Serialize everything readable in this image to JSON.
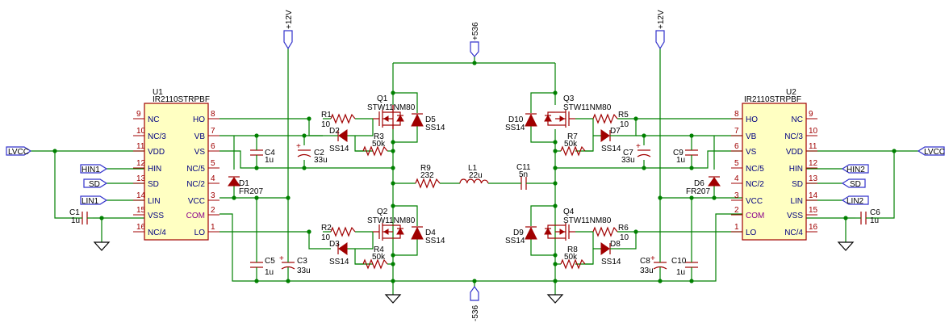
{
  "chips": {
    "u1": {
      "ref": "U1",
      "value": "IR2110STRPBF",
      "left_pins": [
        {
          "num": "9",
          "name": "NC"
        },
        {
          "num": "10",
          "name": "NC/3"
        },
        {
          "num": "11",
          "name": "VDD"
        },
        {
          "num": "12",
          "name": "HIN"
        },
        {
          "num": "13",
          "name": "SD"
        },
        {
          "num": "14",
          "name": "LIN"
        },
        {
          "num": "15",
          "name": "VSS"
        },
        {
          "num": "16",
          "name": "NC/4"
        }
      ],
      "right_pins": [
        {
          "num": "8",
          "name": "HO"
        },
        {
          "num": "7",
          "name": "VB"
        },
        {
          "num": "6",
          "name": "VS"
        },
        {
          "num": "5",
          "name": "NC/5"
        },
        {
          "num": "4",
          "name": "NC/2"
        },
        {
          "num": "3",
          "name": "VCC"
        },
        {
          "num": "2",
          "name": "COM"
        },
        {
          "num": "1",
          "name": "LO"
        }
      ]
    },
    "u2": {
      "ref": "U2",
      "value": "IR2110STRPBF",
      "left_pins": [
        {
          "num": "8",
          "name": "HO"
        },
        {
          "num": "7",
          "name": "VB"
        },
        {
          "num": "6",
          "name": "VS"
        },
        {
          "num": "5",
          "name": "NC/5"
        },
        {
          "num": "4",
          "name": "NC/2"
        },
        {
          "num": "3",
          "name": "VCC"
        },
        {
          "num": "2",
          "name": "COM"
        },
        {
          "num": "1",
          "name": "LO"
        }
      ],
      "right_pins": [
        {
          "num": "9",
          "name": "NC"
        },
        {
          "num": "10",
          "name": "NC/3"
        },
        {
          "num": "11",
          "name": "VDD"
        },
        {
          "num": "12",
          "name": "HIN"
        },
        {
          "num": "13",
          "name": "SD"
        },
        {
          "num": "14",
          "name": "LIN"
        },
        {
          "num": "15",
          "name": "VSS"
        },
        {
          "num": "16",
          "name": "NC/4"
        }
      ]
    }
  },
  "ports": {
    "lvcc_left": "LVCC",
    "hin1": "HIN1",
    "sd_left": "SD",
    "lin1": "LIN1",
    "lvcc_right": "LVCC",
    "hin2": "HIN2",
    "sd_right": "SD",
    "lin2": "LIN2",
    "p12v_left": "+12V",
    "p12v_right": "+12V",
    "p536": "+536",
    "n536": "-536"
  },
  "components": {
    "Q1": {
      "ref": "Q1",
      "value": "STW11NM80"
    },
    "Q2": {
      "ref": "Q2",
      "value": "STW11NM80"
    },
    "Q3": {
      "ref": "Q3",
      "value": "STW11NM80"
    },
    "Q4": {
      "ref": "Q4",
      "value": "STW11NM80"
    },
    "R1": {
      "ref": "R1",
      "value": "10"
    },
    "R2": {
      "ref": "R2",
      "value": "10"
    },
    "R3": {
      "ref": "R3",
      "value": "50k"
    },
    "R4": {
      "ref": "R4",
      "value": "50k"
    },
    "R5": {
      "ref": "R5",
      "value": "10"
    },
    "R6": {
      "ref": "R6",
      "value": "10"
    },
    "R7": {
      "ref": "R7",
      "value": "50k"
    },
    "R8": {
      "ref": "R8",
      "value": "50k"
    },
    "R9": {
      "ref": "R9",
      "value": "232"
    },
    "L1": {
      "ref": "L1",
      "value": "22u"
    },
    "C1": {
      "ref": "C1",
      "value": "1u"
    },
    "C2": {
      "ref": "C2",
      "value": "33u"
    },
    "C3": {
      "ref": "C3",
      "value": "33u"
    },
    "C4": {
      "ref": "C4",
      "value": "1u"
    },
    "C5": {
      "ref": "C5",
      "value": "1u"
    },
    "C6": {
      "ref": "C6",
      "value": "1u"
    },
    "C7": {
      "ref": "C7",
      "value": "33u"
    },
    "C8": {
      "ref": "C8",
      "value": "33u"
    },
    "C9": {
      "ref": "C9",
      "value": "1u"
    },
    "C10": {
      "ref": "C10",
      "value": "1u"
    },
    "C11": {
      "ref": "C11",
      "value": "5n"
    },
    "D1": {
      "ref": "D1",
      "value": "FR207"
    },
    "D6": {
      "ref": "D6",
      "value": "FR207"
    },
    "D2": {
      "ref": "D2",
      "value": "SS14"
    },
    "D3": {
      "ref": "D3",
      "value": "SS14"
    },
    "D4": {
      "ref": "D4",
      "value": "SS14"
    },
    "D5": {
      "ref": "D5",
      "value": "SS14"
    },
    "D7": {
      "ref": "D7",
      "value": "SS14"
    },
    "D8": {
      "ref": "D8",
      "value": "SS14"
    },
    "D9": {
      "ref": "D9",
      "value": "SS14"
    },
    "D10": {
      "ref": "D10",
      "value": "SS14"
    }
  }
}
